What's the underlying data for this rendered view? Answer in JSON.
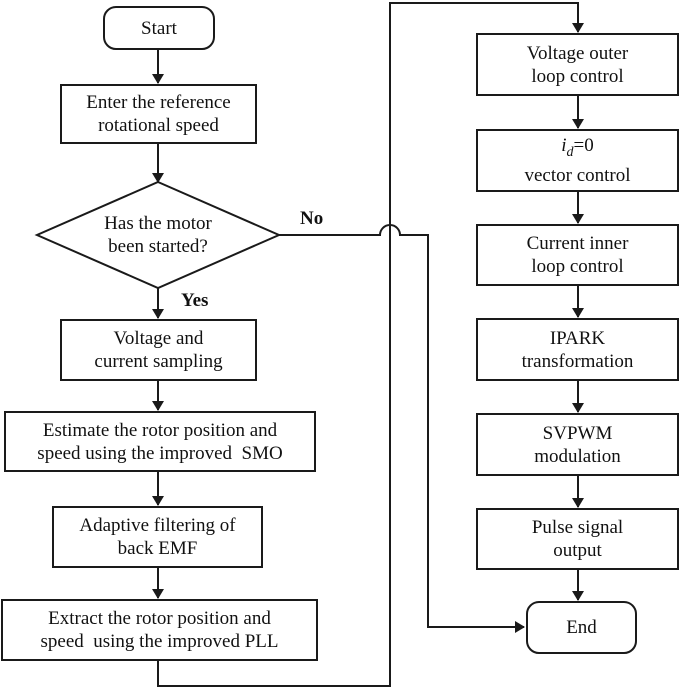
{
  "left_column": {
    "start": "Start",
    "enter_speed": [
      "Enter the reference",
      "rotational speed"
    ],
    "decision": [
      "Has the motor",
      "been started?"
    ],
    "sampling": [
      "Voltage and",
      "current sampling"
    ],
    "estimate": [
      "Estimate the rotor position and",
      "speed using the improved  SMO"
    ],
    "filtering": [
      "Adaptive filtering of",
      "back EMF"
    ],
    "extract": [
      "Extract the rotor position and",
      "speed  using the improved PLL"
    ]
  },
  "labels": {
    "no": "No",
    "yes": "Yes"
  },
  "right_column": {
    "voltage_loop": [
      "Voltage outer",
      "loop control"
    ],
    "id_control": {
      "symbol": "i",
      "subscript": "d",
      "eq": "=0",
      "line2": "vector control"
    },
    "current_loop": [
      "Current inner",
      "loop control"
    ],
    "ipark": [
      "IPARK",
      "transformation"
    ],
    "svpwm": [
      "SVPWM",
      "modulation"
    ],
    "pulse": [
      "Pulse signal",
      "output"
    ],
    "end": "End"
  }
}
